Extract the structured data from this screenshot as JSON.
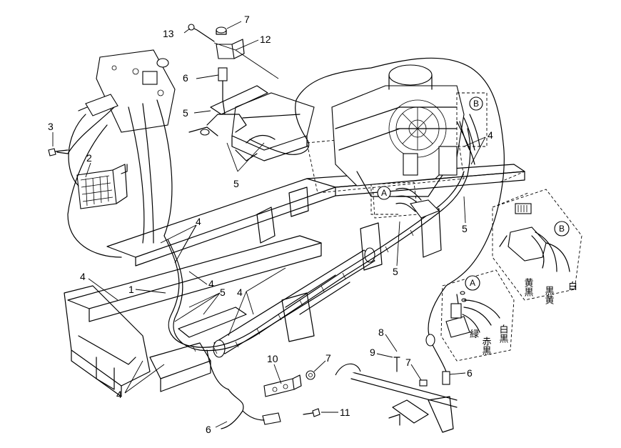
{
  "callouts": {
    "c1": "1",
    "c2": "2",
    "c3": "3",
    "c4a": "4",
    "c4b": "4",
    "c4c": "4",
    "c4d": "4",
    "c4e": "4",
    "c4f": "4",
    "c5a": "5",
    "c5b": "5",
    "c5c": "5",
    "c5d": "5",
    "c5e": "5",
    "c5f": "5",
    "c6a": "6",
    "c6b": "6",
    "c6c": "6",
    "c7a": "7",
    "c7b": "7",
    "c7c": "7",
    "c8": "8",
    "c9": "9",
    "c10": "10",
    "c11": "11",
    "c12": "12",
    "c13": "13"
  },
  "detail_labels": {
    "a": "A",
    "b": "B"
  },
  "wire_colors": {
    "a_white_black": "白黒",
    "a_green": "緑",
    "a_red_black": "赤黒",
    "b_yellow_black": "黄黒",
    "b_black_yellow": "黒黄",
    "b_white": "白"
  }
}
